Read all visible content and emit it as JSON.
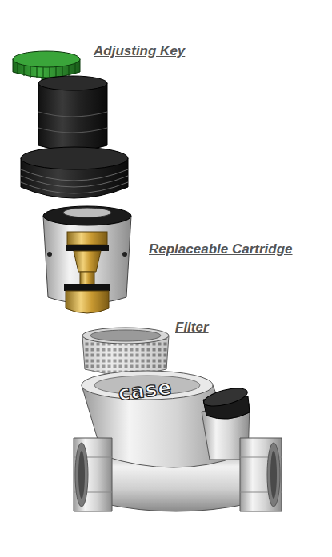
{
  "diagram": {
    "labels": [
      "Adjusting Key",
      "Replaceable Cartridge",
      "Filter",
      "case"
    ]
  }
}
